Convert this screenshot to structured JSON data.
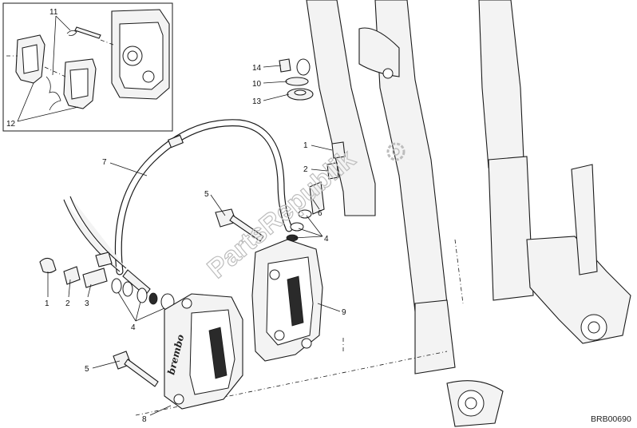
{
  "diagram_code": "BRB00690",
  "watermark": "PartsRepublik",
  "caliper_brand": "brembo",
  "callouts": {
    "c1a": "1",
    "c2a": "2",
    "c3": "3",
    "c4a": "4",
    "c5a": "5",
    "c8": "8",
    "c1b": "1",
    "c2b": "2",
    "c6": "6",
    "c4b": "4",
    "c5b": "5",
    "c7": "7",
    "c9": "9",
    "c14": "14",
    "c10": "10",
    "c13": "13",
    "c11": "11",
    "c12": "12"
  }
}
